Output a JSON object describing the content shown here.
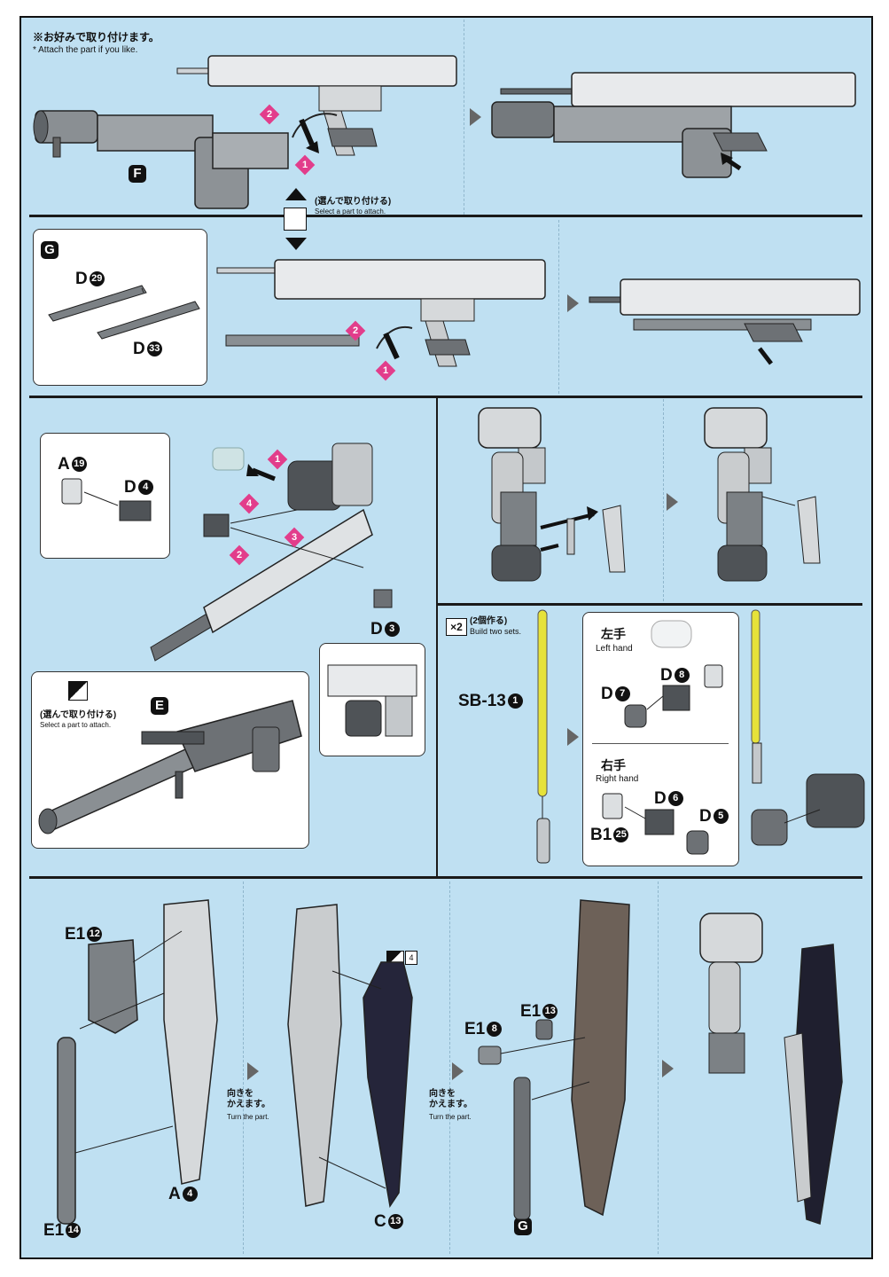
{
  "notes": {
    "optional_jp": "※お好みで取り付けます。",
    "optional_en": "* Attach the part if you like.",
    "select_jp": "(選んで取り付ける)",
    "select_en": "Select a part to attach.",
    "select2_jp": "(選んで取り付ける)",
    "select2_en": "Select a part to attach.",
    "build_count": "×2",
    "build_jp": "(2個作る)",
    "build_en": "Build two sets.",
    "turn1_jp": "向きを\nかえます。",
    "turn1_en": "Turn the part.",
    "turn2_jp": "向きを\nかえます。",
    "turn2_en": "Turn the part.",
    "left_hand_jp": "左手",
    "left_hand_en": "Left hand",
    "right_hand_jp": "右手",
    "right_hand_en": "Right hand",
    "page_ref": "4"
  },
  "badges": {
    "F": "F",
    "G": "G",
    "E": "E",
    "G2": "G"
  },
  "steps": {
    "s1": "1",
    "s2": "2",
    "s3": "3",
    "s4": "4"
  },
  "parts": {
    "d29": "D",
    "d29n": "29",
    "d33": "D",
    "d33n": "33",
    "a19": "A",
    "a19n": "19",
    "d4": "D",
    "d4n": "4",
    "d3": "D",
    "d3n": "3",
    "sb13": "SB-13",
    "sb13n": "1",
    "d8": "D",
    "d8n": "8",
    "d7": "D",
    "d7n": "7",
    "d6": "D",
    "d6n": "6",
    "d5": "D",
    "d5n": "5",
    "b125": "B1",
    "b125n": "25",
    "e112": "E1",
    "e112n": "12",
    "a4": "A",
    "a4n": "4",
    "e114": "E1",
    "e114n": "14",
    "c13": "C",
    "c13n": "13",
    "e18": "E1",
    "e18n": "8",
    "e113": "E1",
    "e113n": "13"
  },
  "colors": {
    "background": "#bfe0f2",
    "step_marker": "#e23d8b",
    "saber_blade": "#e6e23a"
  }
}
